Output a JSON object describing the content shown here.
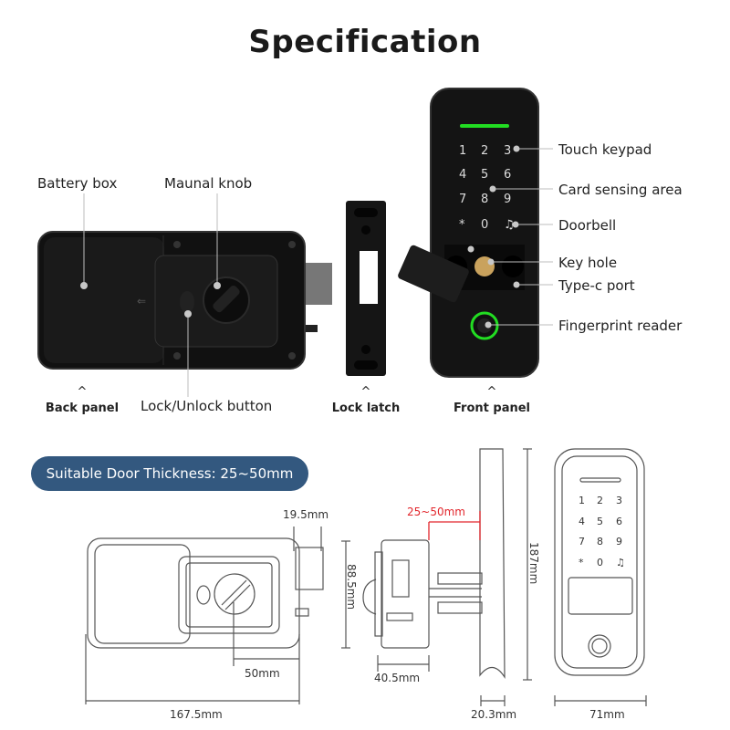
{
  "title": "Specification",
  "callouts_left": {
    "battery_box": "Battery box",
    "manual_knob": "Maunal knob",
    "lock_unlock_button": "Lock/Unlock button"
  },
  "callouts_right": [
    {
      "id": "touch-keypad",
      "label": "Touch keypad"
    },
    {
      "id": "card-sensing-area",
      "label": "Card sensing area"
    },
    {
      "id": "doorbell",
      "label": "Doorbell"
    },
    {
      "id": "key-hole",
      "label": "Key hole"
    },
    {
      "id": "type-c-port",
      "label": "Type-c port"
    },
    {
      "id": "fingerprint-reader",
      "label": "Fingerprint reader"
    }
  ],
  "parts": {
    "caret": "^",
    "back_panel": "Back panel",
    "lock_latch": "Lock latch",
    "front_panel": "Front panel"
  },
  "keypad": [
    "1",
    "2",
    "3",
    "4",
    "5",
    "6",
    "7",
    "8",
    "9",
    "*",
    "0",
    "bell"
  ],
  "door_thickness_badge": "Suitable Door Thickness: 25~50mm",
  "dimensions": {
    "latch_depth": "19.5mm",
    "height_back": "88.5mm",
    "knob_offset": "50mm",
    "width_back": "167.5mm",
    "door_range": "25~50mm",
    "back_depth": "40.5mm",
    "front_depth": "20.3mm",
    "front_height": "187mm",
    "front_width": "71mm"
  },
  "colors": {
    "badge_bg": "#33587f",
    "accent_green": "#22dd22",
    "dimension_red": "#e2262c",
    "body_black": "#151515"
  }
}
